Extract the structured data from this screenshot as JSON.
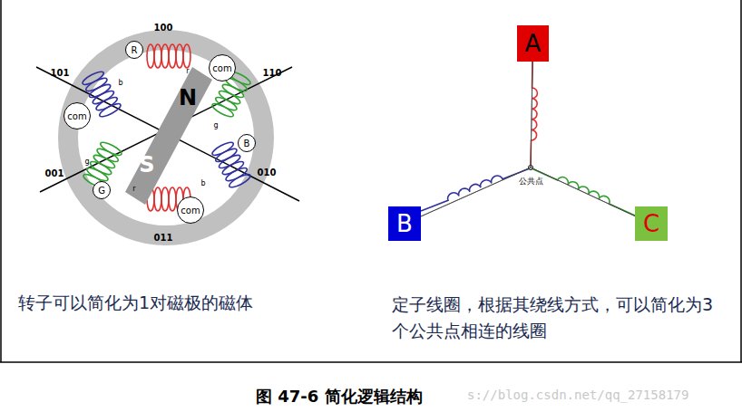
{
  "diagram": {
    "caption": "图 47-6 简化逻辑结构",
    "nodes": [
      {
        "text": [
          "R"
        ]
      },
      {
        "text": [
          "com"
        ]
      },
      {
        "text": [
          "com"
        ]
      },
      {
        "text": [
          "N",
          "S"
        ]
      },
      {
        "text": [
          "B"
        ]
      },
      {
        "text": [
          "G"
        ]
      },
      {
        "text": [
          "com"
        ]
      },
      {
        "text": [
          "A"
        ]
      },
      {
        "text": [
          "B"
        ]
      },
      {
        "text": [
          "C"
        ]
      }
    ],
    "edges": [
      {
        "from": 7,
        "to": 8,
        "arrow": "none"
      },
      {
        "from": 7,
        "to": 9,
        "arrow": "none"
      },
      {
        "from": 8,
        "to": 9,
        "arrow": "none"
      }
    ],
    "labels": [
      "100",
      "r",
      "101",
      "b",
      "110",
      "g",
      "001",
      "g",
      "010",
      "b",
      "r",
      "011",
      "公共点",
      "转子可以简化为1对磁极的磁体",
      "定子线圈，根据其绕线方式，可以简化为3个公共点相连的线圈",
      "s://blog.csdn.net/qq_27158179"
    ]
  }
}
